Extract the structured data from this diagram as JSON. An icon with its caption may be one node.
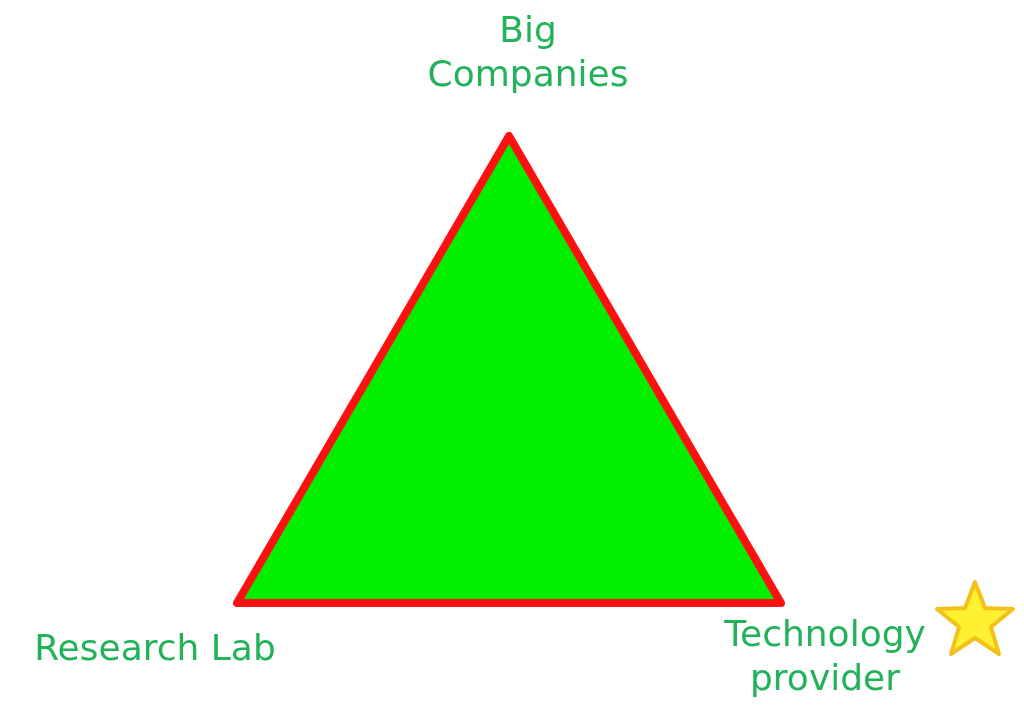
{
  "diagram": {
    "labels": [
      "Big Companies",
      "Research Lab",
      "Technology provider"
    ]
  }
}
